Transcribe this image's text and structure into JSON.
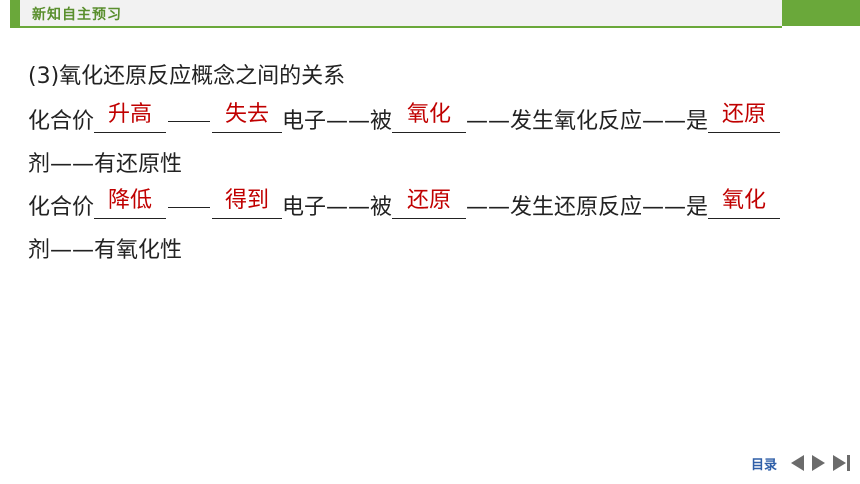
{
  "header": {
    "title": "新知自主预习"
  },
  "section": {
    "heading": "(3)氧化还原反应概念之间的关系"
  },
  "row1": {
    "prefix": "化合价",
    "answer1": "升高",
    "answer2": "失去",
    "mid1": "电子——被",
    "answer3": "氧化",
    "mid2": "——发生氧化反应——是",
    "answer4": "还原",
    "suffix": "剂——有还原性"
  },
  "row2": {
    "prefix": "化合价",
    "answer1": "降低",
    "answer2": "得到",
    "mid1": "电子——被",
    "answer3": "还原",
    "mid2": "——发生还原反应——是",
    "answer4": "氧化",
    "suffix": "剂——有氧化性"
  },
  "nav": {
    "label": "目录"
  },
  "colors": {
    "accent": "#6aa83a",
    "answer": "#c00000",
    "nav_text": "#2f5fa8"
  }
}
